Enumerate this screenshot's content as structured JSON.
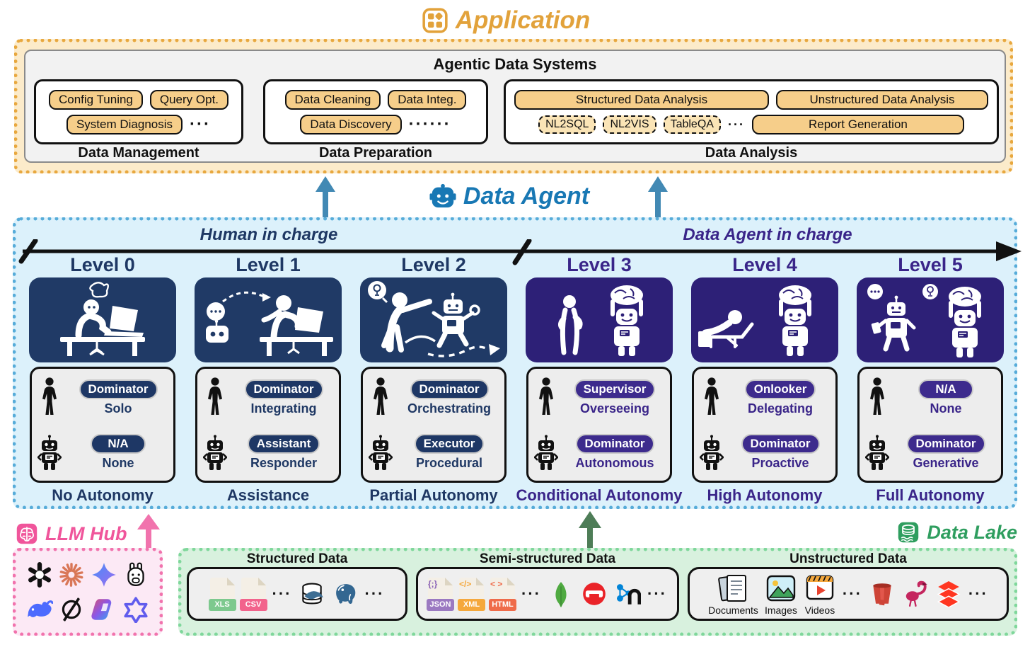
{
  "application": {
    "title": "Application",
    "system_title": "Agentic Data Systems",
    "data_management": {
      "label": "Data Management",
      "chip1": "Config Tuning",
      "chip2": "Query Opt.",
      "chip3": "System Diagnosis",
      "ellipsis": "···"
    },
    "data_preparation": {
      "label": "Data Preparation",
      "chip1": "Data Cleaning",
      "chip2": "Data Integ.",
      "chip3": "Data Discovery",
      "ellipsis": "······"
    },
    "data_analysis": {
      "label": "Data Analysis",
      "chip1": "Structured Data Analysis",
      "chip2": "Unstructured Data Analysis",
      "sub1": "NL2SQL",
      "sub2": "NL2VIS",
      "sub3": "TableQA",
      "ellipsis": "···",
      "chip3": "Report Generation"
    }
  },
  "data_agent": {
    "title": "Data Agent",
    "left_regime": "Human in charge",
    "right_regime": "Data Agent in charge",
    "levels": [
      {
        "name": "Level 0",
        "human_role": "Dominator",
        "human_style": "Solo",
        "agent_role": "N/A",
        "agent_style": "None",
        "caption": "No Autonomy"
      },
      {
        "name": "Level 1",
        "human_role": "Dominator",
        "human_style": "Integrating",
        "agent_role": "Assistant",
        "agent_style": "Responder",
        "caption": "Assistance"
      },
      {
        "name": "Level 2",
        "human_role": "Dominator",
        "human_style": "Orchestrating",
        "agent_role": "Executor",
        "agent_style": "Procedural",
        "caption": "Partial Autonomy"
      },
      {
        "name": "Level 3",
        "human_role": "Supervisor",
        "human_style": "Overseeing",
        "agent_role": "Dominator",
        "agent_style": "Autonomous",
        "caption": "Conditional Autonomy"
      },
      {
        "name": "Level 4",
        "human_role": "Onlooker",
        "human_style": "Delegating",
        "agent_role": "Dominator",
        "agent_style": "Proactive",
        "caption": "High Autonomy"
      },
      {
        "name": "Level 5",
        "human_role": "N/A",
        "human_style": "None",
        "agent_role": "Dominator",
        "agent_style": "Generative",
        "caption": "Full Autonomy"
      }
    ]
  },
  "llm_hub": {
    "title": "LLM Hub"
  },
  "data_lake": {
    "title": "Data Lake",
    "structured": {
      "label": "Structured Data",
      "file1": "XLS",
      "file2": "CSV",
      "ellipsis1": "···",
      "ellipsis2": "···"
    },
    "semi_structured": {
      "label": "Semi-structured Data",
      "file1": "JSON",
      "file2": "XML",
      "file3": "HTML",
      "glyph1": "{;}",
      "glyph2": "</>",
      "glyph3": "< >",
      "ellipsis1": "···",
      "ellipsis2": "···"
    },
    "unstructured": {
      "label": "Unstructured Data",
      "item1": "Documents",
      "item2": "Images",
      "item3": "Videos",
      "ellipsis1": "···",
      "ellipsis2": "···"
    }
  },
  "colors": {
    "application_accent": "#E8A83F",
    "agent_accent": "#1878B4",
    "navy": "#1F3864",
    "purple": "#3A2589",
    "llm_pink": "#F0559B",
    "lake_green": "#2F9E5F"
  }
}
